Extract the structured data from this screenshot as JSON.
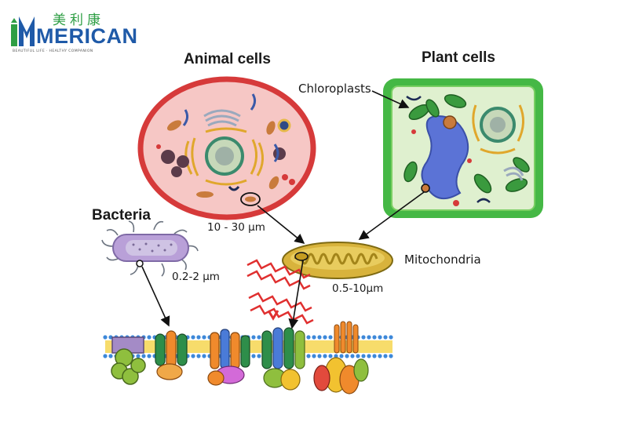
{
  "logo": {
    "cn": "美利康",
    "main": "MERICAN",
    "tagline": "BEAUTIFUL LIFE · HEALTHY COMPANION",
    "colors": {
      "green": "#2e9e44",
      "blue": "#1f5aa8"
    }
  },
  "labels": {
    "animal_cells": "Animal cells",
    "plant_cells": "Plant cells",
    "chloroplasts": "Chloroplasts",
    "bacteria": "Bacteria",
    "mitochondria": "Mitochondria",
    "size_animal": "10 - 30 µm",
    "size_bacteria": "0.2-2 µm",
    "size_mitochondria": "0.5-10µm"
  },
  "colors": {
    "animal_membrane": "#d63a3a",
    "animal_cytoplasm": "#f6c7c5",
    "plant_wall": "#3fb53f",
    "plant_cytoplasm": "#dff0cf",
    "vacuole": "#5b73d6",
    "chloroplast": "#3a9a3e",
    "bacteria": "#b9a0d8",
    "mitochondria_outer": "#d8b33c",
    "mitochondria_inner": "#7e6a12",
    "membrane_head": "#3d88d9",
    "membrane_tail": "#f2c230",
    "wave": "#e03030"
  },
  "icons": [
    "animal-cell-icon",
    "plant-cell-icon",
    "bacterium-icon",
    "mitochondrion-icon",
    "membrane-proteins-icon",
    "radiation-wave-icon"
  ]
}
